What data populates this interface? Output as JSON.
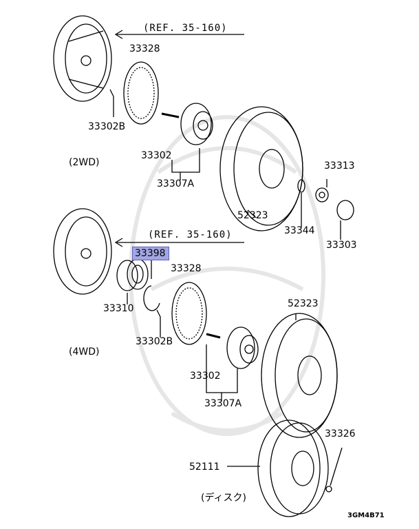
{
  "highlight_color": "#a3a6e3",
  "upper_section": {
    "variant": "(2WD)",
    "ref": "(REF. 35-160)",
    "labels": [
      "33328",
      "33302B",
      "33302",
      "33307A",
      "52323",
      "33313",
      "33344",
      "33303"
    ]
  },
  "lower_section": {
    "variant": "(4WD)",
    "ref": "(REF. 35-160)",
    "highlighted_part": "33398",
    "labels": [
      "33328",
      "33310",
      "33302B",
      "33302",
      "33307A",
      "52323"
    ]
  },
  "disc_section": {
    "variant": "(ディスク)",
    "labels": [
      "33326",
      "52111"
    ]
  },
  "diagram_code": "3GM4B71"
}
